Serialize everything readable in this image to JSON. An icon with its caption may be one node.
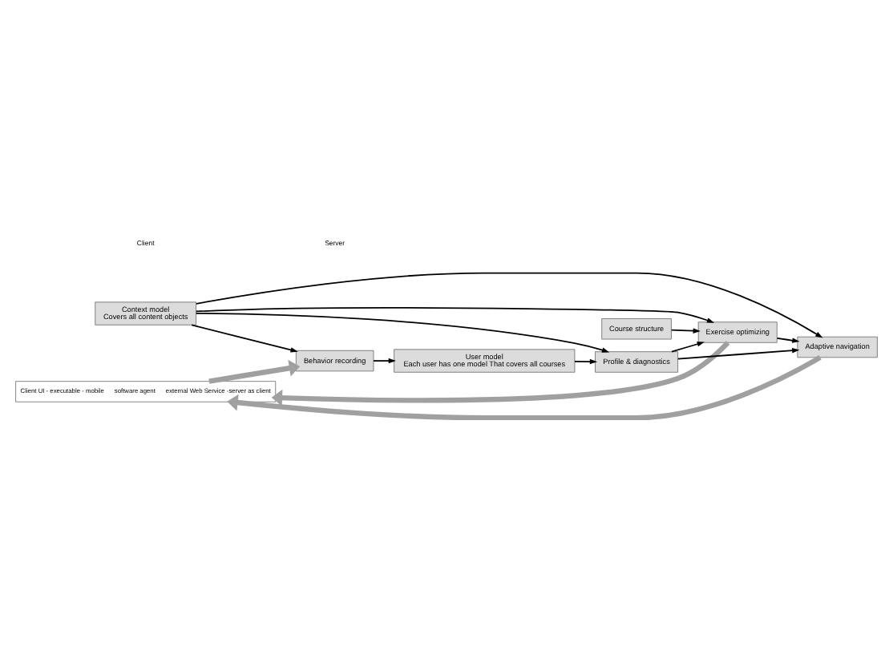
{
  "diagram": {
    "nodes": [
      {
        "text": [
          "Client UI - executable - mobile",
          "software agent",
          "external Web Service -server as client"
        ]
      },
      {
        "text": [
          "Behavior recording"
        ]
      },
      {
        "text": [
          "Context model",
          "Covers all content objects"
        ]
      },
      {
        "text": [
          "Course structure"
        ]
      },
      {
        "text": [
          "User model",
          "Each user has one model That covers all courses"
        ]
      },
      {
        "text": [
          "Exercise optimizing"
        ]
      },
      {
        "text": [
          "Profile & diagnostics"
        ]
      },
      {
        "text": [
          "Adaptive navigation"
        ]
      }
    ],
    "edges": [
      {
        "from": 0,
        "to": 1,
        "arrow": "to",
        "style": "thick",
        "color": "#a0a0a0"
      },
      {
        "from": 5,
        "to": 0,
        "arrow": "to",
        "style": "thick",
        "color": "#a0a0a0"
      },
      {
        "from": 7,
        "to": 0,
        "arrow": "to",
        "style": "thick",
        "color": "#a0a0a0"
      },
      {
        "from": 2,
        "to": 1,
        "arrow": "to"
      },
      {
        "from": 2,
        "to": 7,
        "arrow": "to"
      },
      {
        "from": 2,
        "to": 5,
        "arrow": "to"
      },
      {
        "from": 3,
        "to": 5,
        "arrow": "to"
      },
      {
        "from": 2,
        "to": 6,
        "arrow": "to"
      },
      {
        "from": 1,
        "to": 4,
        "arrow": "to"
      },
      {
        "from": 4,
        "to": 6,
        "arrow": "to"
      },
      {
        "from": 6,
        "to": 5,
        "arrow": "to"
      },
      {
        "from": 5,
        "to": 7,
        "arrow": "to"
      },
      {
        "from": 6,
        "to": 7,
        "arrow": "to"
      }
    ],
    "labels": [
      "Client",
      "Server"
    ]
  }
}
